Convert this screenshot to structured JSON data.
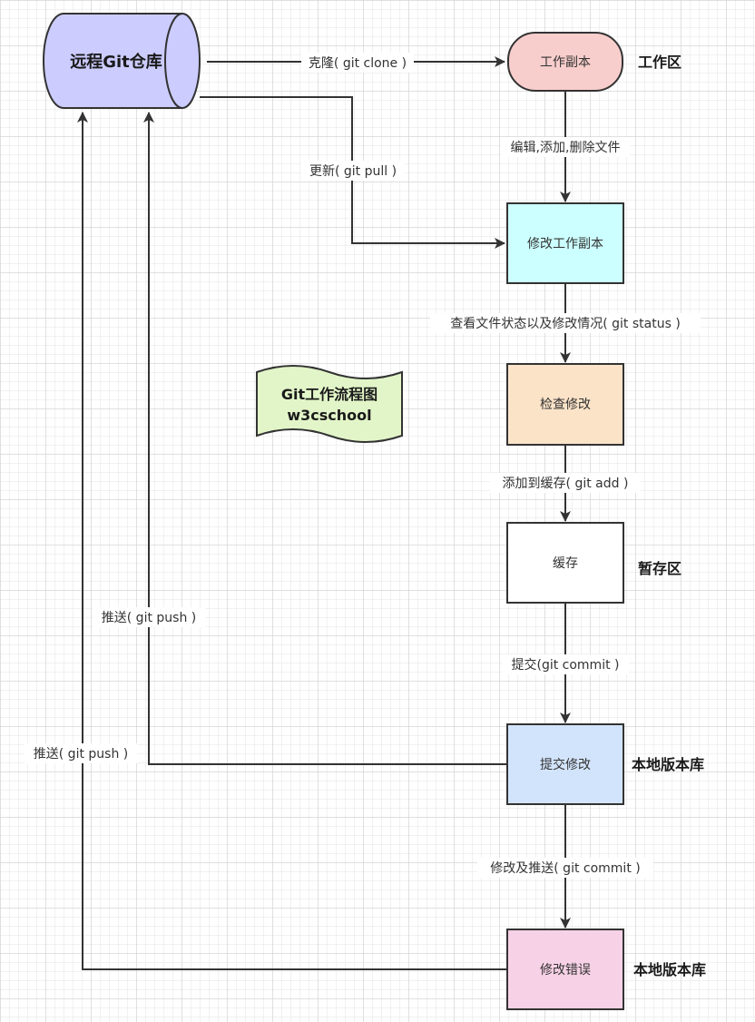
{
  "colors": {
    "remote_repo": "#ccccff",
    "working_copy": "#f8cecc",
    "modify_copy": "#ccffff",
    "check_changes": "#fbe3c8",
    "cache": "#ffffff",
    "commit_changes": "#d2e4fb",
    "fix_errors": "#f7d1e6",
    "title_tag": "#e2f5c8",
    "stroke": "#333333"
  },
  "nodes": {
    "remote_repo": "远程Git仓库",
    "working_copy": "工作副本",
    "modify_copy": "修改工作副本",
    "check_changes": "检查修改",
    "cache": "缓存",
    "commit_changes": "提交修改",
    "fix_errors": "修改错误"
  },
  "zones": {
    "workspace": "工作区",
    "staging": "暂存区",
    "local_repo_1": "本地版本库",
    "local_repo_2": "本地版本库"
  },
  "title_tag": {
    "line1": "Git工作流程图",
    "line2": "w3cschool"
  },
  "edges": {
    "clone": "克隆( git clone )",
    "edit": "编辑,添加,删除文件",
    "pull": "更新( git pull )",
    "status": "查看文件状态以及修改情况( git status )",
    "add": "添加到缓存( git add )",
    "commit": "提交(git commit )",
    "commit_push": "修改及推送( git commit )",
    "push_inner": "推送( git push )",
    "push_outer": "推送( git push )"
  }
}
